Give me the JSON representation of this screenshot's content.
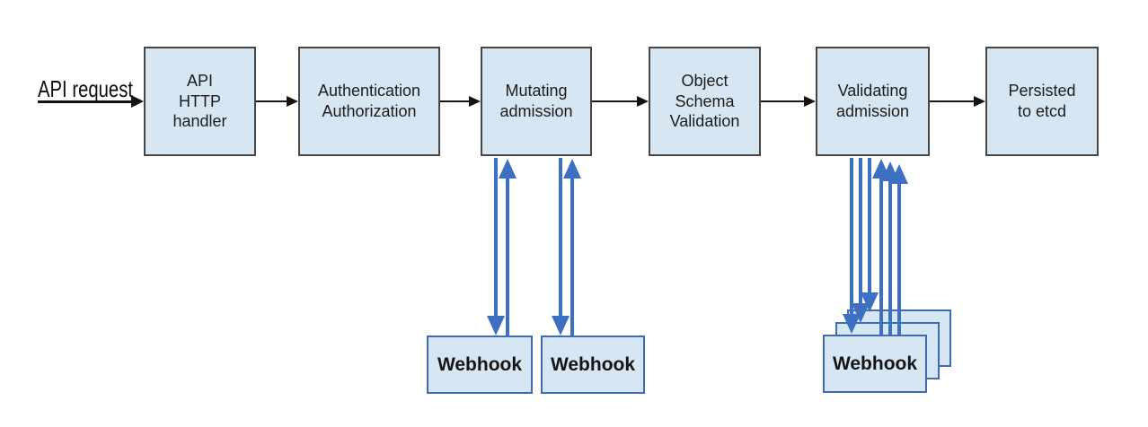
{
  "input_label": "API request",
  "pipeline": [
    {
      "label": "API\nHTTP\nhandler"
    },
    {
      "label": "Authentication\nAuthorization"
    },
    {
      "label": "Mutating\nadmission"
    },
    {
      "label": "Object\nSchema\nValidation"
    },
    {
      "label": "Validating\nadmission"
    },
    {
      "label": "Persisted\nto etcd"
    }
  ],
  "webhooks": {
    "mutating": [
      {
        "label": "Webhook"
      },
      {
        "label": "Webhook"
      }
    ],
    "validating": [
      {
        "label": "Webhook"
      }
    ]
  },
  "colors": {
    "node_fill": "#d7e6f3",
    "node_border": "#464646",
    "webhook_border": "#3d6cb5",
    "flow_arrow": "#141414",
    "webhook_arrow": "#3d6fc2",
    "background": "#ffffff"
  }
}
